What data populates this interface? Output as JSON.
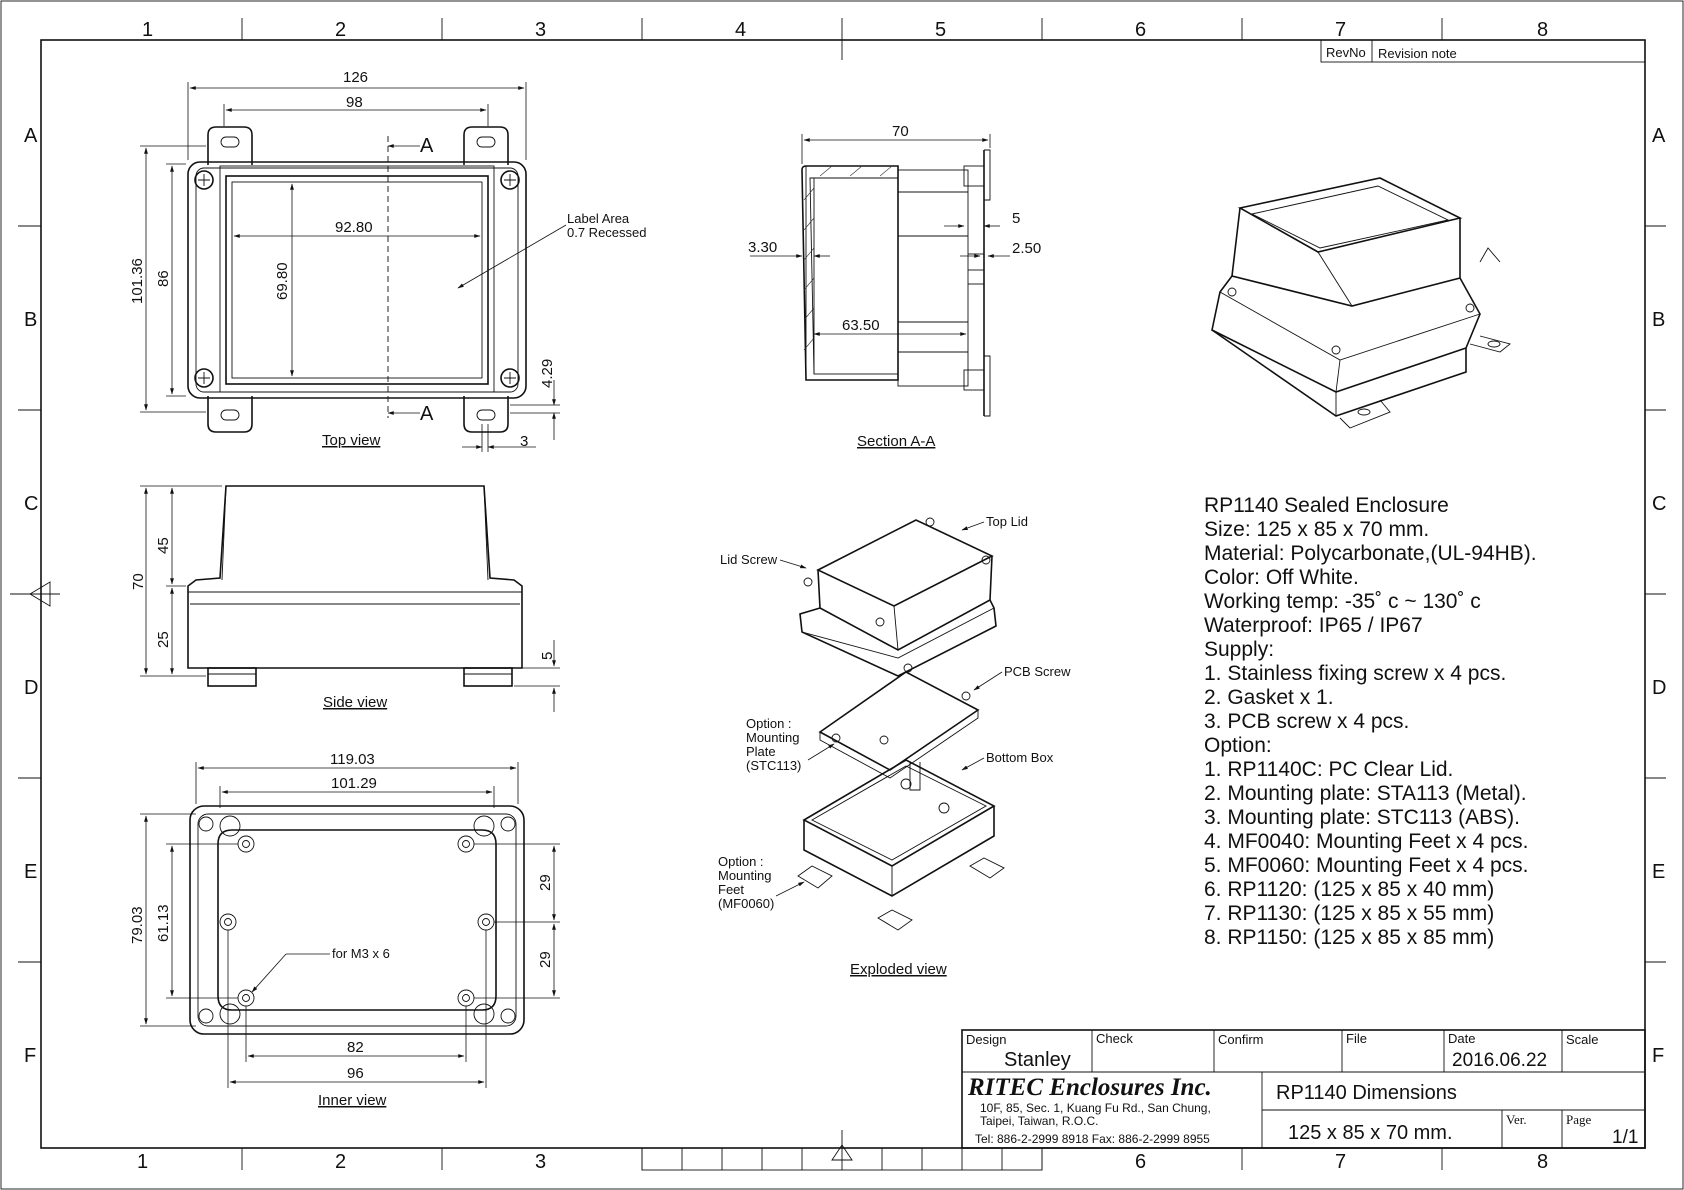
{
  "grid": {
    "cols": [
      "1",
      "2",
      "3",
      "4",
      "5",
      "6",
      "7",
      "8"
    ],
    "rows": [
      "A",
      "B",
      "C",
      "D",
      "E",
      "F"
    ]
  },
  "revision": {
    "col1": "RevNo",
    "col2": "Revision note"
  },
  "views": {
    "top": "Top view",
    "section": "Section A-A",
    "side": "Side view",
    "exploded": "Exploded view",
    "inner": "Inner view"
  },
  "top_view_dims": {
    "d126": "126",
    "d98": "98",
    "d92_80": "92.80",
    "d69_80": "69.80",
    "d101_36": "101.36",
    "d86": "86",
    "d4_29": "4.29",
    "d3": "3",
    "label_area_1": "Label Area",
    "label_area_2": "0.7 Recessed",
    "cut": "A"
  },
  "section_dims": {
    "d70": "70",
    "d3_30": "3.30",
    "d5": "5",
    "d2_50": "2.50",
    "d63_50": "63.50"
  },
  "side_dims": {
    "d70": "70",
    "d45": "45",
    "d25": "25",
    "d5": "5"
  },
  "inner_dims": {
    "d119_03": "119.03",
    "d101_29": "101.29",
    "d79_03": "79.03",
    "d61_13": "61.13",
    "d29a": "29",
    "d29b": "29",
    "d82": "82",
    "d96": "96",
    "m3": "for M3 x 6"
  },
  "exploded_labels": {
    "top_lid": "Top Lid",
    "lid_screw": "Lid Screw",
    "pcb_screw": "PCB Screw",
    "opt_plate_1": "Option :",
    "opt_plate_2": "Mounting",
    "opt_plate_3": "Plate",
    "opt_plate_4": "(STC113)",
    "bottom_box": "Bottom Box",
    "opt_feet_1": "Option :",
    "opt_feet_2": "Mounting",
    "opt_feet_3": "Feet",
    "opt_feet_4": "(MF0060)"
  },
  "spec": {
    "lines": [
      "RP1140 Sealed Enclosure",
      "Size: 125 x 85 x 70 mm.",
      "Material: Polycarbonate,(UL-94HB).",
      "Color: Off White.",
      "Working temp: -35˚ c ~ 130˚ c",
      "Waterproof: IP65 / IP67",
      "Supply:",
      "1. Stainless fixing screw x 4 pcs.",
      "2. Gasket x 1.",
      "3. PCB screw x 4 pcs.",
      "Option:",
      "1. RP1140C: PC Clear Lid.",
      "2. Mounting plate: STA113 (Metal).",
      "3. Mounting plate: STC113 (ABS).",
      "4. MF0040: Mounting Feet x 4 pcs.",
      "5. MF0060: Mounting Feet x 4 pcs.",
      "6. RP1120: (125 x 85 x 40 mm)",
      "7. RP1130: (125 x 85 x 55 mm)",
      "8. RP1150: (125 x 85 x 85 mm)"
    ]
  },
  "title_block": {
    "design_label": "Design",
    "design_value": "Stanley",
    "check_label": "Check",
    "confirm_label": "Confirm",
    "file_label": "File",
    "date_label": "Date",
    "date_value": "2016.06.22",
    "scale_label": "Scale",
    "company": "RITEC Enclosures Inc.",
    "addr1": "10F, 85, Sec. 1, Kuang Fu Rd., San Chung,",
    "addr2": "Taipei, Taiwan, R.O.C.",
    "tel": "Tel: 886-2-2999 8918   Fax: 886-2-2999 8955",
    "drawing_title": "RP1140 Dimensions",
    "drawing_size": "125 x 85 x 70 mm.",
    "ver_label": "Ver.",
    "page_label": "Page",
    "page_value": "1/1"
  }
}
